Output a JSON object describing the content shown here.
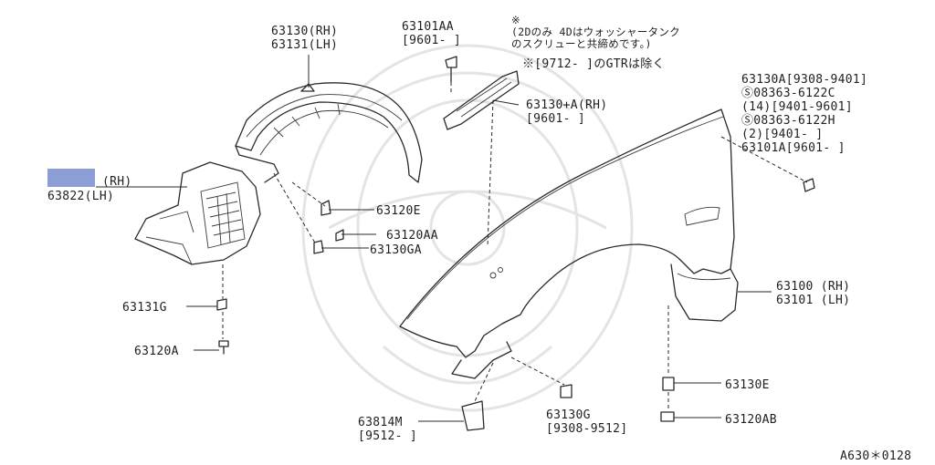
{
  "diagram": {
    "labels": {
      "fender_protector_rh_lh": "63130(RH)\n63131(LH)",
      "bolt_63101AA": "63101AA\n[9601-     ]",
      "japanese_note": "※\n(2Dのみ 4Dはウォッシャータンク\nのスクリューと共締めです。)",
      "gtr_note": "※[9712-     ]のGTRは除く",
      "bracket_63130A": "63130+A(RH)\n[9601-     ]",
      "mudguard_rh": "(RH)",
      "mudguard_lh": "63822(LH)",
      "clip_63120E": "63120E",
      "screw_63120AA": "63120AA",
      "clip_63130GA": "63130GA",
      "clip_63131G": "63131G",
      "screw_63120A": "63120A",
      "bolt_group": "63130A[9308-9401]\nⓈ08363-6122C\n(14)[9401-9601]\nⓈ08363-6122H\n(2)[9401-     ]\n63101A[9601-     ]",
      "fender": "63100 (RH)\n63101 (LH)",
      "clip_63130E": "63130E",
      "screw_63120AB": "63120AB",
      "clip_63130G": "63130G\n[9308-9512]",
      "bracket_63814M": "63814M\n[9512-     ]",
      "footer_code": "A630＊0128"
    }
  }
}
